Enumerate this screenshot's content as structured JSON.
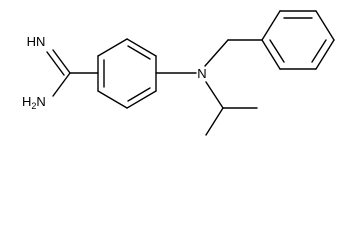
{
  "molecule": {
    "atoms": {
      "imine": {
        "main": "HN"
      },
      "amine": {
        "main": "H",
        "sub": "2",
        "tail": "N"
      },
      "nitrogen": {
        "main": "N"
      }
    }
  }
}
